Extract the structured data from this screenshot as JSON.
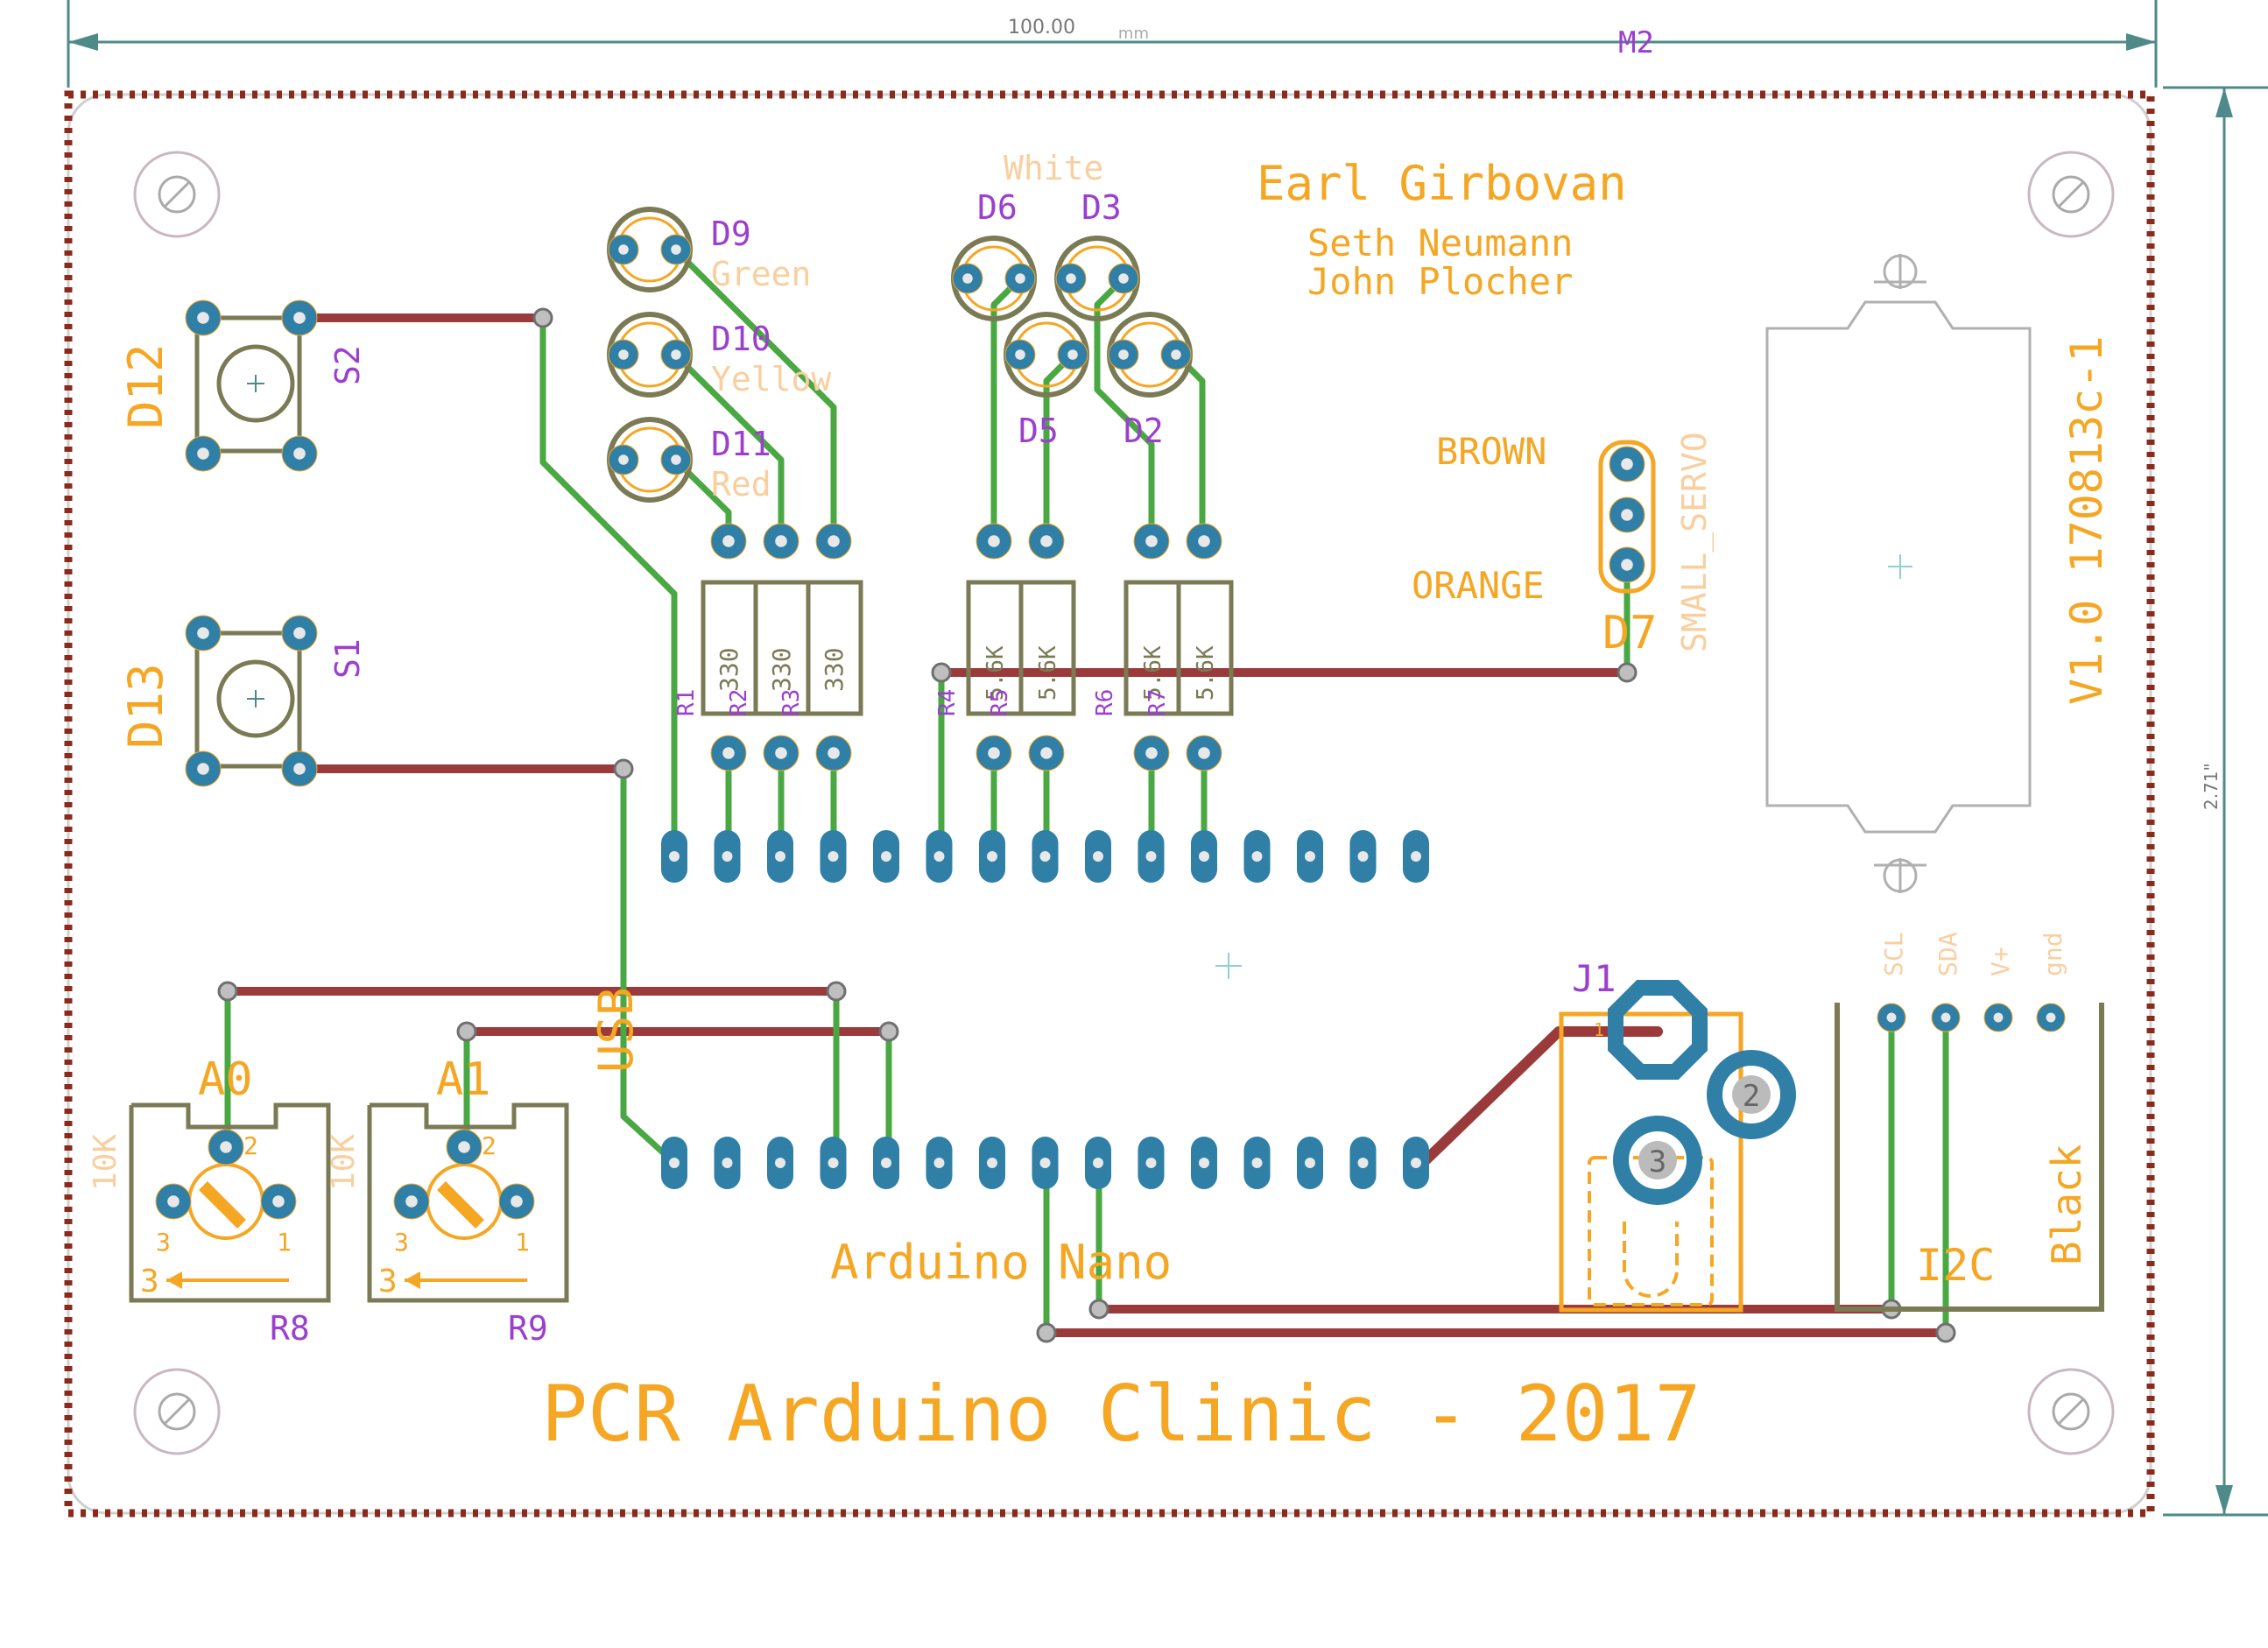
{
  "colors": {
    "outline": "#8a2a1a",
    "silk": "#f5a623",
    "silk_light": "#f9cfa0",
    "name": "#9b3fcf",
    "pad": "#2f7fa6",
    "pad_ring": "#7a7a55",
    "trace_red": "#9b3a3a",
    "trace_green": "#4aa843",
    "dim": "#4f8a8a",
    "comp": "#7a7a55",
    "hole": "#c9b7c2"
  },
  "dimensions": {
    "width": "100.00",
    "width_unit": "mm",
    "height": "2.71",
    "height_unit": "\""
  },
  "board": {
    "title": "PCR Arduino Clinic - 2017",
    "author_main": "Earl Girbovan",
    "author_2": "Seth Neumann",
    "author_3": "John Plocher",
    "version": "V1.0 170813c-1",
    "mount_label": "M2",
    "nano_label": "Arduino Nano",
    "usb_label": "USB"
  },
  "switches": [
    {
      "name": "S2",
      "led": "D12"
    },
    {
      "name": "S1",
      "led": "D13"
    }
  ],
  "leds_left": [
    {
      "name": "D9",
      "color": "Green"
    },
    {
      "name": "D10",
      "color": "Yellow"
    },
    {
      "name": "D11",
      "color": "Red"
    }
  ],
  "leds_white": {
    "group": "White",
    "names": [
      "D6",
      "D3",
      "D5",
      "D2"
    ]
  },
  "resistors": {
    "names": [
      "R1",
      "R2",
      "R3",
      "R4",
      "R5",
      "R6",
      "R7"
    ],
    "value_330": "330",
    "value_56k": "5.6K"
  },
  "servo": {
    "name": "SMALL_SERVO",
    "ref": "D7",
    "pin_top": "BROWN",
    "pin_bottom": "ORANGE"
  },
  "pots": [
    {
      "label": "A0",
      "value": "10K",
      "ref": "R8"
    },
    {
      "label": "A1",
      "value": "10K",
      "ref": "R9"
    }
  ],
  "pot_pins": [
    "1",
    "2",
    "3"
  ],
  "jack": {
    "name": "J1",
    "pin1": "1",
    "pin2": "2",
    "pin3": "3"
  },
  "i2c": {
    "name": "I2C",
    "cable": "Black",
    "pins": [
      "SCL",
      "SDA",
      "V+",
      "gnd"
    ]
  }
}
